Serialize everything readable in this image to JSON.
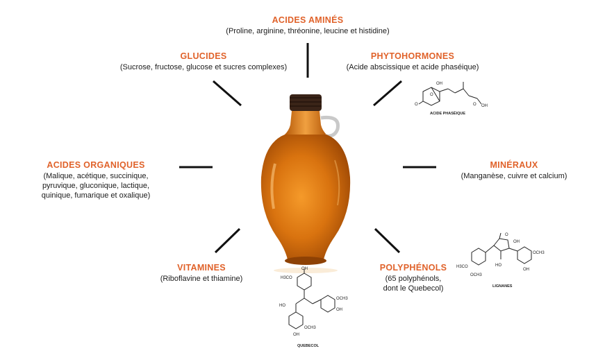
{
  "nutrients": {
    "amino_acids": {
      "title": "ACIDES AMINÉS",
      "detail": "(Proline, arginine, thréonine, leucine et histidine)"
    },
    "sugars": {
      "title": "GLUCIDES",
      "detail": "(Sucrose, fructose, glucose et sucres complexes)"
    },
    "phytohormones": {
      "title": "PHYTOHORMONES",
      "detail": "(Acide abscissique et acide phaséique)"
    },
    "organic_acids": {
      "title": "ACIDES ORGANIQUES",
      "detail": "(Malique, acétique, succinique,\npyruvique, gluconique, lactique,\nquinique, fumarique et oxalique)"
    },
    "minerals": {
      "title": "MINÉRAUX",
      "detail": "(Manganèse, cuivre et calcium)"
    },
    "vitamins": {
      "title": "VITAMINES",
      "detail": "(Riboflavine et thiamine)"
    },
    "polyphenols": {
      "title": "POLYPHÉNOLS",
      "detail": "(65 polyphénols,\ndont le Quebecol)"
    }
  },
  "molecules": {
    "phaseic_acid": {
      "label": "ACIDE PHASÉIQUE",
      "oh": "OH",
      "o1": "O",
      "o2": "O",
      "o3": "O",
      "oh2": "OH"
    },
    "quebecol": {
      "label": "QUEBECOL",
      "oh_top": "OH",
      "h3co": "H3CO",
      "ho": "HO",
      "och3_r": "OCH3",
      "oh_r": "OH",
      "och3_b": "OCH3",
      "oh_b": "OH"
    },
    "lignanes": {
      "label": "LIGNANES",
      "h3co": "H3CO",
      "oh_top": "OH",
      "o": "O",
      "och3": "OCH3",
      "ho": "HO",
      "och3_r": "OCH3",
      "oh_r": "OH"
    }
  },
  "colors": {
    "accent": "#e0622a",
    "text": "#1a1a1a",
    "syrup": "#d9730f",
    "cap": "#3a2418"
  }
}
